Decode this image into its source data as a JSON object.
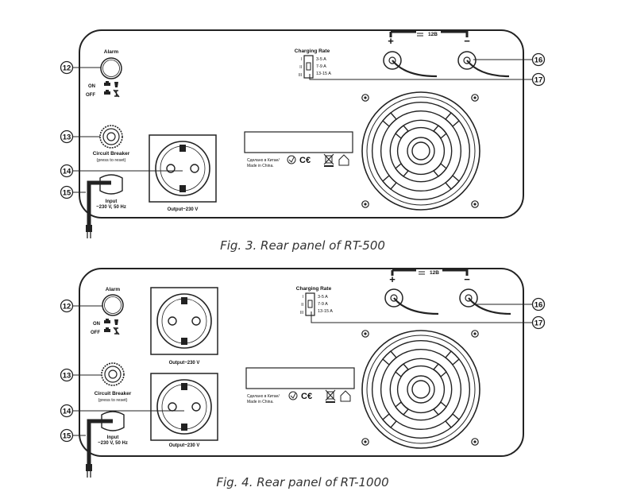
{
  "panels": [
    {
      "caption": "Fig. 3. Rear panel of RT-500",
      "alarm": "Alarm",
      "on": "ON",
      "off": "OFF",
      "breaker": "Circuit Breaker",
      "breaker_sub": "(press to reset)",
      "input_1": "Input",
      "input_2": "~230 V, 50 Hz",
      "outputs": [
        "Output~230 V"
      ],
      "charging_rate": "Charging Rate",
      "rates": [
        "3-5 A",
        "7-9 A",
        "13-15 A"
      ],
      "switch_marks": [
        "I",
        "II",
        "III"
      ],
      "battery": "12B",
      "plus": "+",
      "minus": "−",
      "made_1": "Сделано в Китае/",
      "made_2": "Made in China.",
      "cert": "C€",
      "callouts": [
        "12",
        "13",
        "14",
        "15",
        "16",
        "17"
      ]
    },
    {
      "caption": "Fig. 4. Rear panel of RT-1000",
      "alarm": "Alarm",
      "on": "ON",
      "off": "OFF",
      "breaker": "Circuit Breaker",
      "breaker_sub": "(press to reset)",
      "input_1": "Input",
      "input_2": "~230 V, 50 Hz",
      "outputs": [
        "Output~230 V",
        "Output~230 V"
      ],
      "charging_rate": "Charging Rate",
      "rates": [
        "3-5 A",
        "7-9 A",
        "13-15 A"
      ],
      "switch_marks": [
        "I",
        "II",
        "III"
      ],
      "battery": "12B",
      "plus": "+",
      "minus": "−",
      "made_1": "Сделано в Китае/",
      "made_2": "Made in China.",
      "cert": "C€",
      "callouts": [
        "12",
        "13",
        "14",
        "15",
        "16",
        "17"
      ]
    }
  ]
}
